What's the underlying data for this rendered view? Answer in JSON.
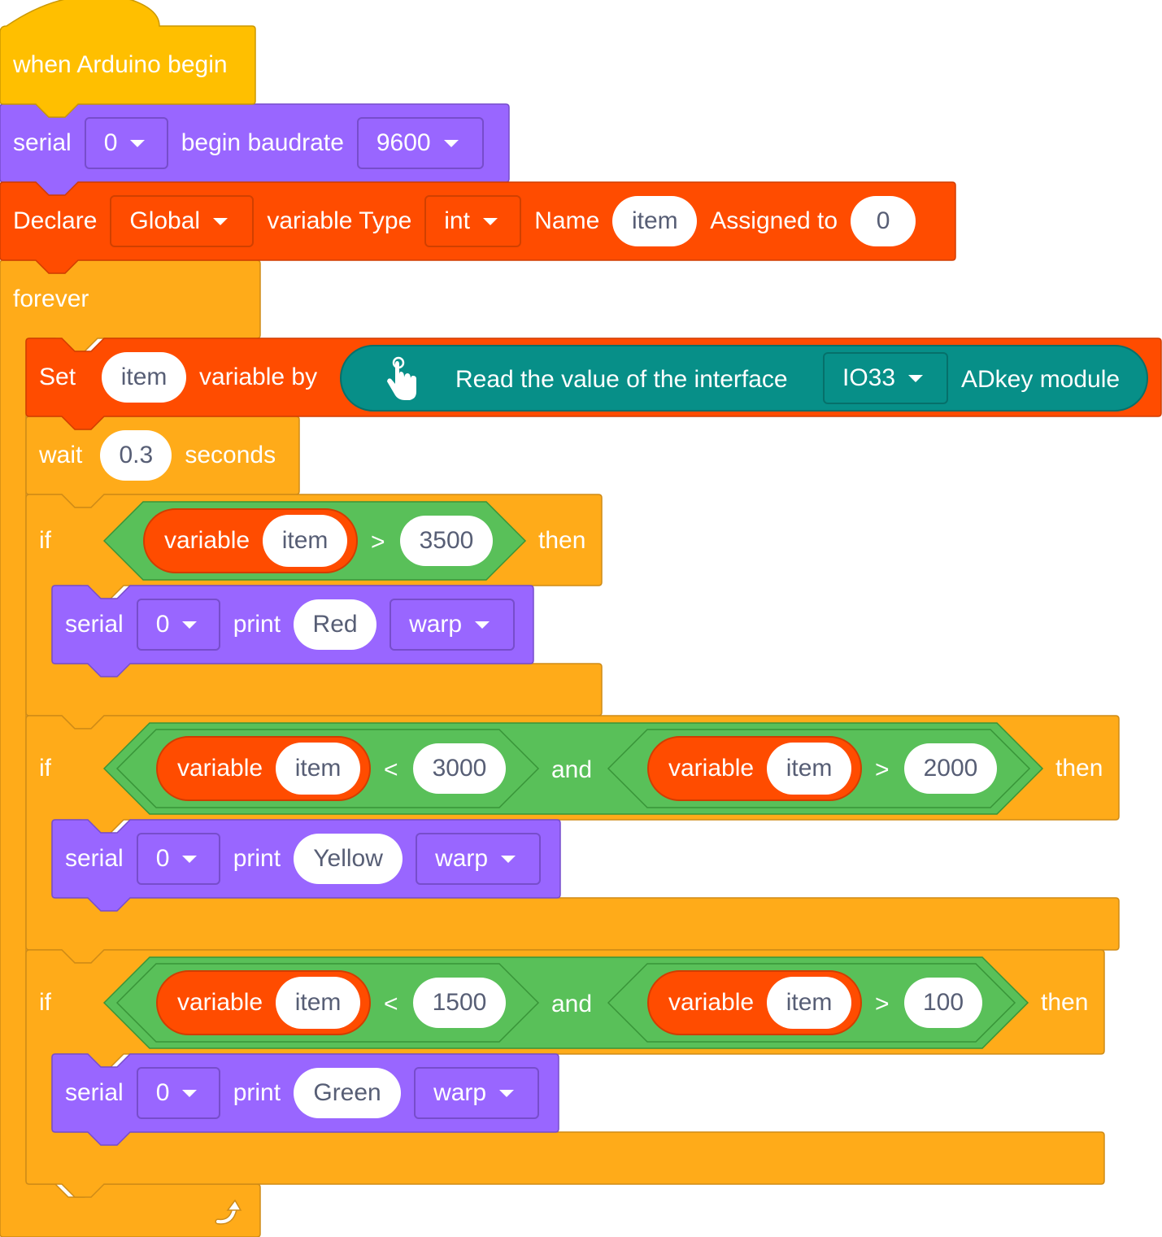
{
  "colors": {
    "events": "#ffbf00",
    "serial": "#9966ff",
    "variables": "#ff4c00",
    "control": "#ffab19",
    "operators": "#59c059",
    "sensor": "#078f88"
  },
  "hat": {
    "label": "when Arduino begin"
  },
  "serial_begin": {
    "label_serial": "serial",
    "port": "0",
    "label_baud": "begin baudrate",
    "baud": "9600"
  },
  "declare": {
    "label_declare": "Declare",
    "scope": "Global",
    "label_type": "variable Type",
    "type": "int",
    "label_name": "Name",
    "name": "item",
    "label_assigned": "Assigned to",
    "value": "0"
  },
  "forever": {
    "label": "forever",
    "loop_icon": "loop-arrow-icon"
  },
  "set_var": {
    "label_set": "Set",
    "var": "item",
    "label_by": "variable by",
    "icon": "hand-pointer-icon",
    "reporter_label": "Read the value of the interface",
    "pin": "IO33",
    "module_label": "ADkey module"
  },
  "wait": {
    "label": "wait",
    "value": "0.3",
    "unit": "seconds"
  },
  "if1": {
    "label_if": "if",
    "label_then": "then",
    "cond": {
      "var_label": "variable",
      "var": "item",
      "op": ">",
      "value": "3500"
    },
    "body": {
      "label_serial": "serial",
      "port": "0",
      "label_print": "print",
      "text": "Red",
      "mode": "warp"
    }
  },
  "if2": {
    "label_if": "if",
    "label_then": "then",
    "label_and": "and",
    "cond_a": {
      "var_label": "variable",
      "var": "item",
      "op": "<",
      "value": "3000"
    },
    "cond_b": {
      "var_label": "variable",
      "var": "item",
      "op": ">",
      "value": "2000"
    },
    "body": {
      "label_serial": "serial",
      "port": "0",
      "label_print": "print",
      "text": "Yellow",
      "mode": "warp"
    }
  },
  "if3": {
    "label_if": "if",
    "label_then": "then",
    "label_and": "and",
    "cond_a": {
      "var_label": "variable",
      "var": "item",
      "op": "<",
      "value": "1500"
    },
    "cond_b": {
      "var_label": "variable",
      "var": "item",
      "op": ">",
      "value": "100"
    },
    "body": {
      "label_serial": "serial",
      "port": "0",
      "label_print": "print",
      "text": "Green",
      "mode": "warp"
    }
  }
}
